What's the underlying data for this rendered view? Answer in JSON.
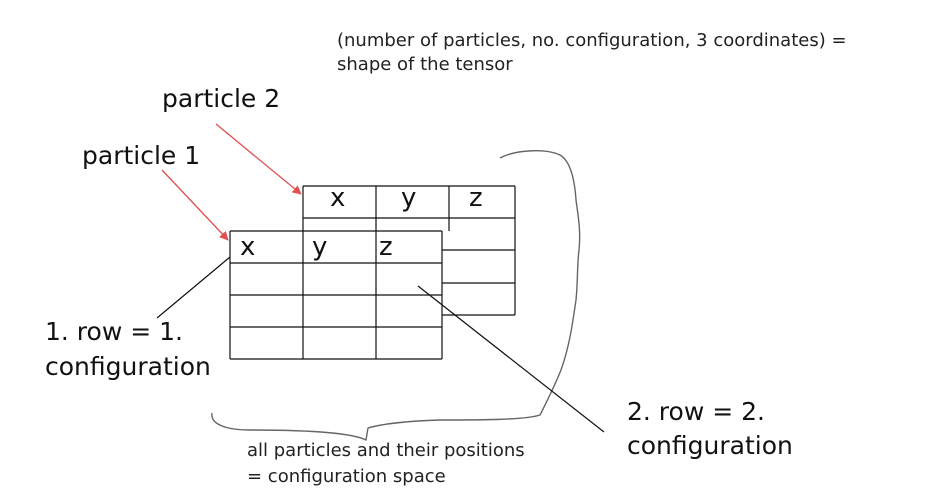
{
  "shape_note": {
    "line1": "(number of particles, no. configuration, 3 coordinates) =",
    "line2": "shape of the tensor"
  },
  "labels": {
    "particle2": "particle 2",
    "particle1": "particle 1",
    "row1_line1": "1. row = 1.",
    "row1_line2": "configuration",
    "row2_line1": "2. row = 2.",
    "row2_line2": "configuration",
    "space_line1": "all particles and their positions",
    "space_line2": "= configuration space"
  },
  "table_back": {
    "headers": [
      "x",
      "y",
      "z"
    ]
  },
  "table_front": {
    "headers": [
      "x",
      "y",
      "z"
    ]
  },
  "colors": {
    "arrow": "#e05050",
    "lines": "#111111",
    "brace": "#666666"
  }
}
